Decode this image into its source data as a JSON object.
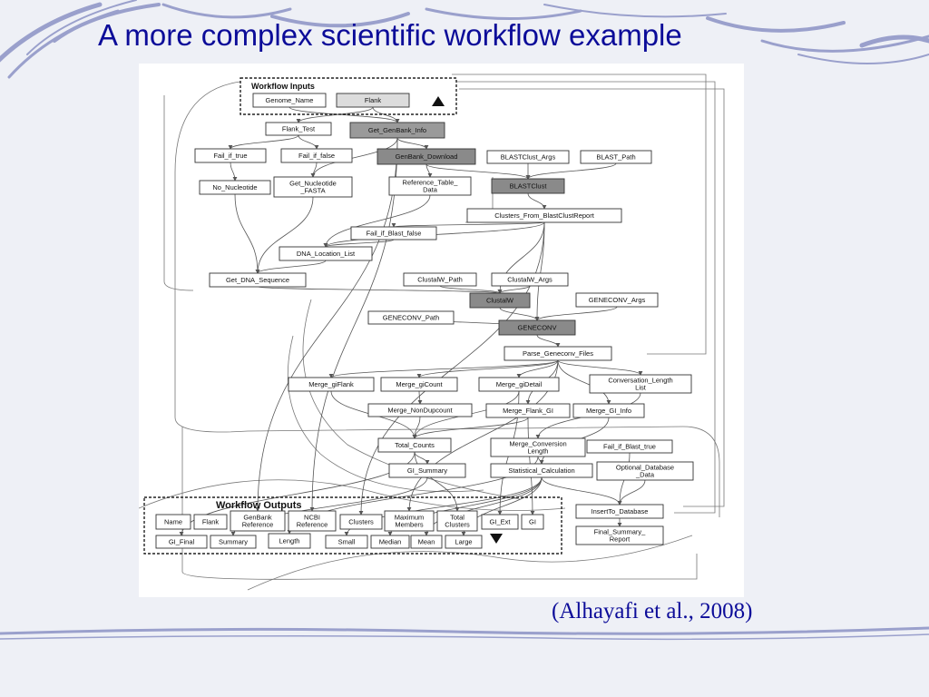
{
  "slide": {
    "title": "A more complex scientific workflow example",
    "citation": "(Alhayafi et al., 2008)"
  },
  "diagram": {
    "inputs_title": "Workflow Inputs",
    "outputs_title": "Workflow  Outputs",
    "nodes": [
      {
        "id": "genome_name",
        "lines": [
          "Genome_Name"
        ],
        "fill": "#ffffff"
      },
      {
        "id": "flank",
        "lines": [
          "Flank"
        ],
        "fill": "#dcdcdc"
      },
      {
        "id": "flank_test",
        "lines": [
          "Flank_Test"
        ],
        "fill": "#ffffff"
      },
      {
        "id": "get_genbank_info",
        "lines": [
          "Get_GenBank_Info"
        ],
        "fill": "#9a9a9a"
      },
      {
        "id": "fail_if_true",
        "lines": [
          "Fail_if_true"
        ],
        "fill": "#ffffff"
      },
      {
        "id": "fail_if_false",
        "lines": [
          "Fail_if_false"
        ],
        "fill": "#ffffff"
      },
      {
        "id": "genbank_download",
        "lines": [
          "GenBank_Download"
        ],
        "fill": "#8a8a8a"
      },
      {
        "id": "blastclust_args",
        "lines": [
          "BLASTClust_Args"
        ],
        "fill": "#ffffff"
      },
      {
        "id": "blast_path",
        "lines": [
          "BLAST_Path"
        ],
        "fill": "#ffffff"
      },
      {
        "id": "no_nucleotide",
        "lines": [
          "No_Nucleotide"
        ],
        "fill": "#ffffff"
      },
      {
        "id": "get_nucleotide_fasta",
        "lines": [
          "Get_Nucleotide",
          "_FASTA"
        ],
        "fill": "#ffffff"
      },
      {
        "id": "reference_table_data",
        "lines": [
          "Reference_Table_",
          "Data"
        ],
        "fill": "#ffffff"
      },
      {
        "id": "blastclust",
        "lines": [
          "BLASTClust"
        ],
        "fill": "#8a8a8a"
      },
      {
        "id": "clusters_from_blastclustreport",
        "lines": [
          "Clusters_From_BlastClustReport"
        ],
        "fill": "#ffffff"
      },
      {
        "id": "fail_if_blast_false",
        "lines": [
          "Fail_if_Blast_false"
        ],
        "fill": "#ffffff"
      },
      {
        "id": "dna_location_list",
        "lines": [
          "DNA_Location_List"
        ],
        "fill": "#ffffff"
      },
      {
        "id": "get_dna_sequence",
        "lines": [
          "Get_DNA_Sequence"
        ],
        "fill": "#ffffff"
      },
      {
        "id": "clustalw_path",
        "lines": [
          "ClustalW_Path"
        ],
        "fill": "#ffffff"
      },
      {
        "id": "clustalw_args",
        "lines": [
          "ClustalW_Args"
        ],
        "fill": "#ffffff"
      },
      {
        "id": "clustalw",
        "lines": [
          "ClustalW"
        ],
        "fill": "#8a8a8a"
      },
      {
        "id": "geneconv_args",
        "lines": [
          "GENECONV_Args"
        ],
        "fill": "#ffffff"
      },
      {
        "id": "geneconv_path",
        "lines": [
          "GENECONV_Path"
        ],
        "fill": "#ffffff"
      },
      {
        "id": "geneconv",
        "lines": [
          "GENECONV"
        ],
        "fill": "#8a8a8a"
      },
      {
        "id": "parse_geneconv_files",
        "lines": [
          "Parse_Geneconv_Files"
        ],
        "fill": "#ffffff"
      },
      {
        "id": "merge_giflank",
        "lines": [
          "Merge_giFlank"
        ],
        "fill": "#ffffff"
      },
      {
        "id": "merge_gicount",
        "lines": [
          "Merge_giCount"
        ],
        "fill": "#ffffff"
      },
      {
        "id": "merge_gidetail",
        "lines": [
          "Merge_giDetail"
        ],
        "fill": "#ffffff"
      },
      {
        "id": "conversion_length_list",
        "lines": [
          "Conversation_Length",
          "List"
        ],
        "fill": "#ffffff"
      },
      {
        "id": "merge_nondupcount",
        "lines": [
          "Merge_NonDupcount"
        ],
        "fill": "#ffffff"
      },
      {
        "id": "merge_flank_gi",
        "lines": [
          "Merge_Flank_GI"
        ],
        "fill": "#ffffff"
      },
      {
        "id": "merge_gi_info",
        "lines": [
          "Merge_GI_Info"
        ],
        "fill": "#ffffff"
      },
      {
        "id": "total_counts",
        "lines": [
          "Total_Counts"
        ],
        "fill": "#ffffff"
      },
      {
        "id": "merge_conversion_length",
        "lines": [
          "Merge_Conversion",
          "Length"
        ],
        "fill": "#ffffff"
      },
      {
        "id": "fail_if_blast_true",
        "lines": [
          "Fail_if_Blast_true"
        ],
        "fill": "#ffffff"
      },
      {
        "id": "gi_summary",
        "lines": [
          "GI_Summary"
        ],
        "fill": "#ffffff"
      },
      {
        "id": "statistical_calculation",
        "lines": [
          "Statistical_Calculation"
        ],
        "fill": "#ffffff"
      },
      {
        "id": "optional_database_data",
        "lines": [
          "Optional_Database",
          "_Data"
        ],
        "fill": "#ffffff"
      },
      {
        "id": "insertto_database",
        "lines": [
          "InsertTo_Database"
        ],
        "fill": "#ffffff"
      },
      {
        "id": "final_summary_report",
        "lines": [
          "Final_Summary_",
          "Report"
        ],
        "fill": "#ffffff"
      },
      {
        "id": "out_name",
        "lines": [
          "Name"
        ],
        "fill": "#ffffff"
      },
      {
        "id": "out_flank",
        "lines": [
          "Flank"
        ],
        "fill": "#ffffff"
      },
      {
        "id": "out_genbank_reference",
        "lines": [
          "GenBank",
          "Reference"
        ],
        "fill": "#ffffff"
      },
      {
        "id": "out_ncbi_reference",
        "lines": [
          "NCBI",
          "Reference"
        ],
        "fill": "#ffffff"
      },
      {
        "id": "out_clusters",
        "lines": [
          "Clusters"
        ],
        "fill": "#ffffff"
      },
      {
        "id": "out_maximum_members",
        "lines": [
          "Maximum",
          "Members"
        ],
        "fill": "#ffffff"
      },
      {
        "id": "out_total_clusters",
        "lines": [
          "Total",
          "Clusters"
        ],
        "fill": "#ffffff"
      },
      {
        "id": "out_gi_ext",
        "lines": [
          "GI_Ext"
        ],
        "fill": "#ffffff"
      },
      {
        "id": "out_gi",
        "lines": [
          "GI"
        ],
        "fill": "#ffffff"
      },
      {
        "id": "out_gi_final",
        "lines": [
          "GI_Final"
        ],
        "fill": "#ffffff"
      },
      {
        "id": "out_summary",
        "lines": [
          "Summary"
        ],
        "fill": "#ffffff"
      },
      {
        "id": "out_length",
        "lines": [
          "Length"
        ],
        "fill": "#ffffff"
      },
      {
        "id": "out_small",
        "lines": [
          "Small"
        ],
        "fill": "#ffffff"
      },
      {
        "id": "out_median",
        "lines": [
          "Median"
        ],
        "fill": "#ffffff"
      },
      {
        "id": "out_mean",
        "lines": [
          "Mean"
        ],
        "fill": "#ffffff"
      },
      {
        "id": "out_large",
        "lines": [
          "Large"
        ],
        "fill": "#ffffff"
      }
    ],
    "edges": [
      [
        "genome_name",
        "get_genbank_info"
      ],
      [
        "flank",
        "get_genbank_info"
      ],
      [
        "flank",
        "flank_test"
      ],
      [
        "flank_test",
        "fail_if_true"
      ],
      [
        "flank_test",
        "fail_if_false"
      ],
      [
        "fail_if_true",
        "no_nucleotide"
      ],
      [
        "fail_if_false",
        "get_nucleotide_fasta"
      ],
      [
        "get_genbank_info",
        "genbank_download"
      ],
      [
        "get_genbank_info",
        "get_nucleotide_fasta"
      ],
      [
        "genbank_download",
        "reference_table_data"
      ],
      [
        "genbank_download",
        "blastclust"
      ],
      [
        "blastclust_args",
        "blastclust"
      ],
      [
        "blast_path",
        "blastclust"
      ],
      [
        "blastclust",
        "clusters_from_blastclustreport"
      ],
      [
        "reference_table_data",
        "dna_location_list"
      ],
      [
        "clusters_from_blastclustreport",
        "fail_if_blast_false"
      ],
      [
        "clusters_from_blastclustreport",
        "dna_location_list"
      ],
      [
        "clusters_from_blastclustreport",
        "clustalw"
      ],
      [
        "clusters_from_blastclustreport",
        "geneconv"
      ],
      [
        "fail_if_blast_false",
        "dna_location_list"
      ],
      [
        "no_nucleotide",
        "get_dna_sequence"
      ],
      [
        "get_nucleotide_fasta",
        "get_dna_sequence"
      ],
      [
        "dna_location_list",
        "get_dna_sequence"
      ],
      [
        "get_dna_sequence",
        "clustalw"
      ],
      [
        "clustalw_path",
        "clustalw"
      ],
      [
        "clustalw_args",
        "clustalw"
      ],
      [
        "clustalw",
        "geneconv"
      ],
      [
        "geneconv_args",
        "geneconv"
      ],
      [
        "geneconv_path",
        "geneconv"
      ],
      [
        "geneconv",
        "parse_geneconv_files"
      ],
      [
        "parse_geneconv_files",
        "merge_giflank"
      ],
      [
        "parse_geneconv_files",
        "merge_gicount"
      ],
      [
        "parse_geneconv_files",
        "merge_gidetail"
      ],
      [
        "parse_geneconv_files",
        "conversion_length_list"
      ],
      [
        "parse_geneconv_files",
        "merge_flank_gi"
      ],
      [
        "parse_geneconv_files",
        "merge_gi_info"
      ],
      [
        "merge_giflank",
        "total_counts"
      ],
      [
        "merge_gicount",
        "merge_nondupcount"
      ],
      [
        "merge_nondupcount",
        "total_counts"
      ],
      [
        "merge_gidetail",
        "total_counts"
      ],
      [
        "merge_flank_gi",
        "total_counts"
      ],
      [
        "conversion_length_list",
        "merge_conversion_length"
      ],
      [
        "merge_gi_info",
        "statistical_calculation"
      ],
      [
        "total_counts",
        "gi_summary"
      ],
      [
        "merge_conversion_length",
        "statistical_calculation"
      ],
      [
        "statistical_calculation",
        "insertto_database"
      ],
      [
        "optional_database_data",
        "insertto_database"
      ],
      [
        "fail_if_blast_true",
        "insertto_database"
      ],
      [
        "insertto_database",
        "final_summary_report"
      ],
      [
        "get_genbank_info",
        "out_genbank_reference"
      ],
      [
        "get_genbank_info",
        "out_ncbi_reference"
      ],
      [
        "clusters_from_blastclustreport",
        "out_clusters"
      ],
      [
        "total_counts",
        "out_total_clusters"
      ],
      [
        "gi_summary",
        "out_summary"
      ],
      [
        "statistical_calculation",
        "out_small"
      ],
      [
        "statistical_calculation",
        "out_median"
      ],
      [
        "statistical_calculation",
        "out_mean"
      ],
      [
        "statistical_calculation",
        "out_large"
      ],
      [
        "merge_gidetail",
        "out_gi_ext"
      ],
      [
        "merge_flank_gi",
        "out_gi"
      ],
      [
        "merge_conversion_length",
        "out_length"
      ],
      [
        "parse_geneconv_files",
        "out_maximum_members"
      ],
      [
        "total_counts",
        "out_gi_final"
      ]
    ]
  }
}
